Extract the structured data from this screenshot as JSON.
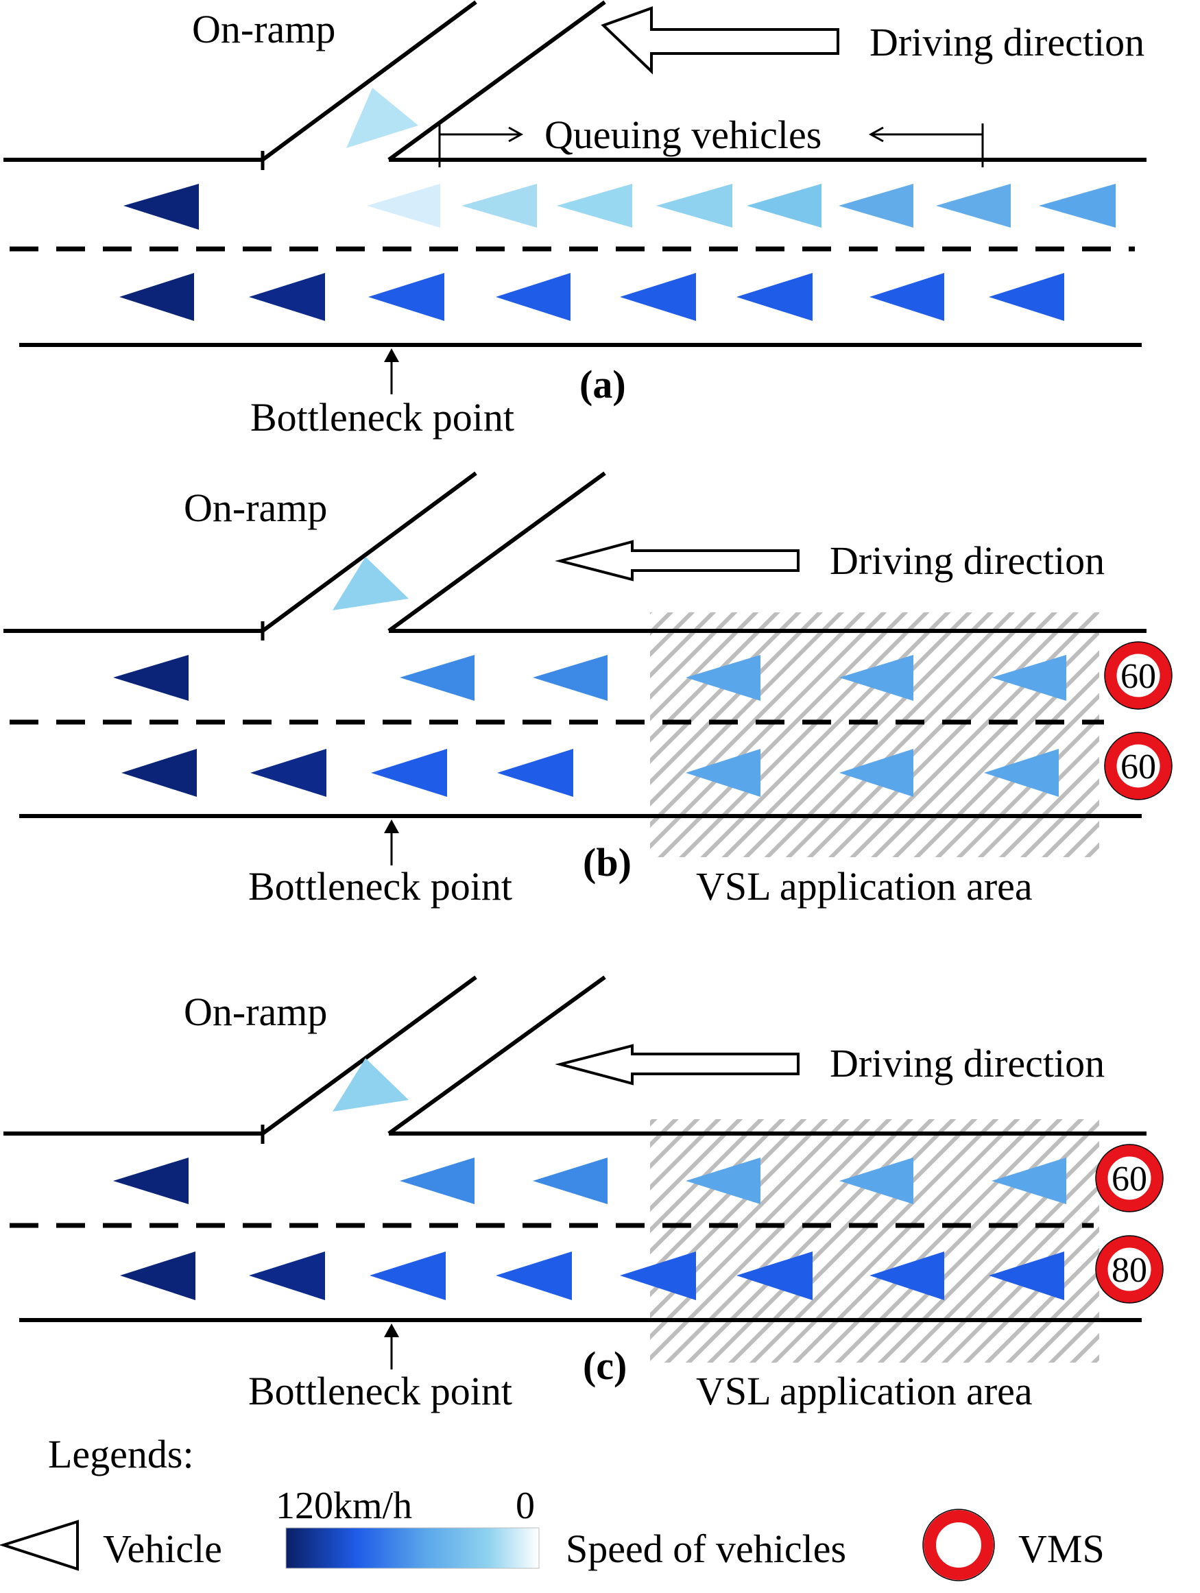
{
  "panels": [
    {
      "label": "(a)",
      "on_ramp": "On-ramp",
      "driving_direction": "Driving direction",
      "queue_label": "Queuing vehicles",
      "bottleneck": "Bottleneck point",
      "vsl_area": "",
      "signs": []
    },
    {
      "label": "(b)",
      "on_ramp": "On-ramp",
      "driving_direction": "Driving direction",
      "queue_label": "",
      "bottleneck": "Bottleneck point",
      "vsl_area": "VSL application area",
      "signs": [
        "60",
        "60"
      ]
    },
    {
      "label": "(c)",
      "on_ramp": "On-ramp",
      "driving_direction": "Driving direction",
      "queue_label": "",
      "bottleneck": "Bottleneck point",
      "vsl_area": "VSL application area",
      "signs": [
        "60",
        "80"
      ]
    }
  ],
  "legend": {
    "title": "Legends:",
    "vehicle": "Vehicle",
    "speed_max": "120km/h",
    "speed_min": "0",
    "speed": "Speed of vehicles",
    "vms": "VMS"
  },
  "colors": {
    "road": "#000000",
    "sign_ring": "#e8141c",
    "hatch": "#bdbdbd",
    "speed_gradient": [
      "#0a1f66",
      "#1f5ce8",
      "#5aa6ea",
      "#8fd2ef",
      "#ffffff"
    ]
  }
}
